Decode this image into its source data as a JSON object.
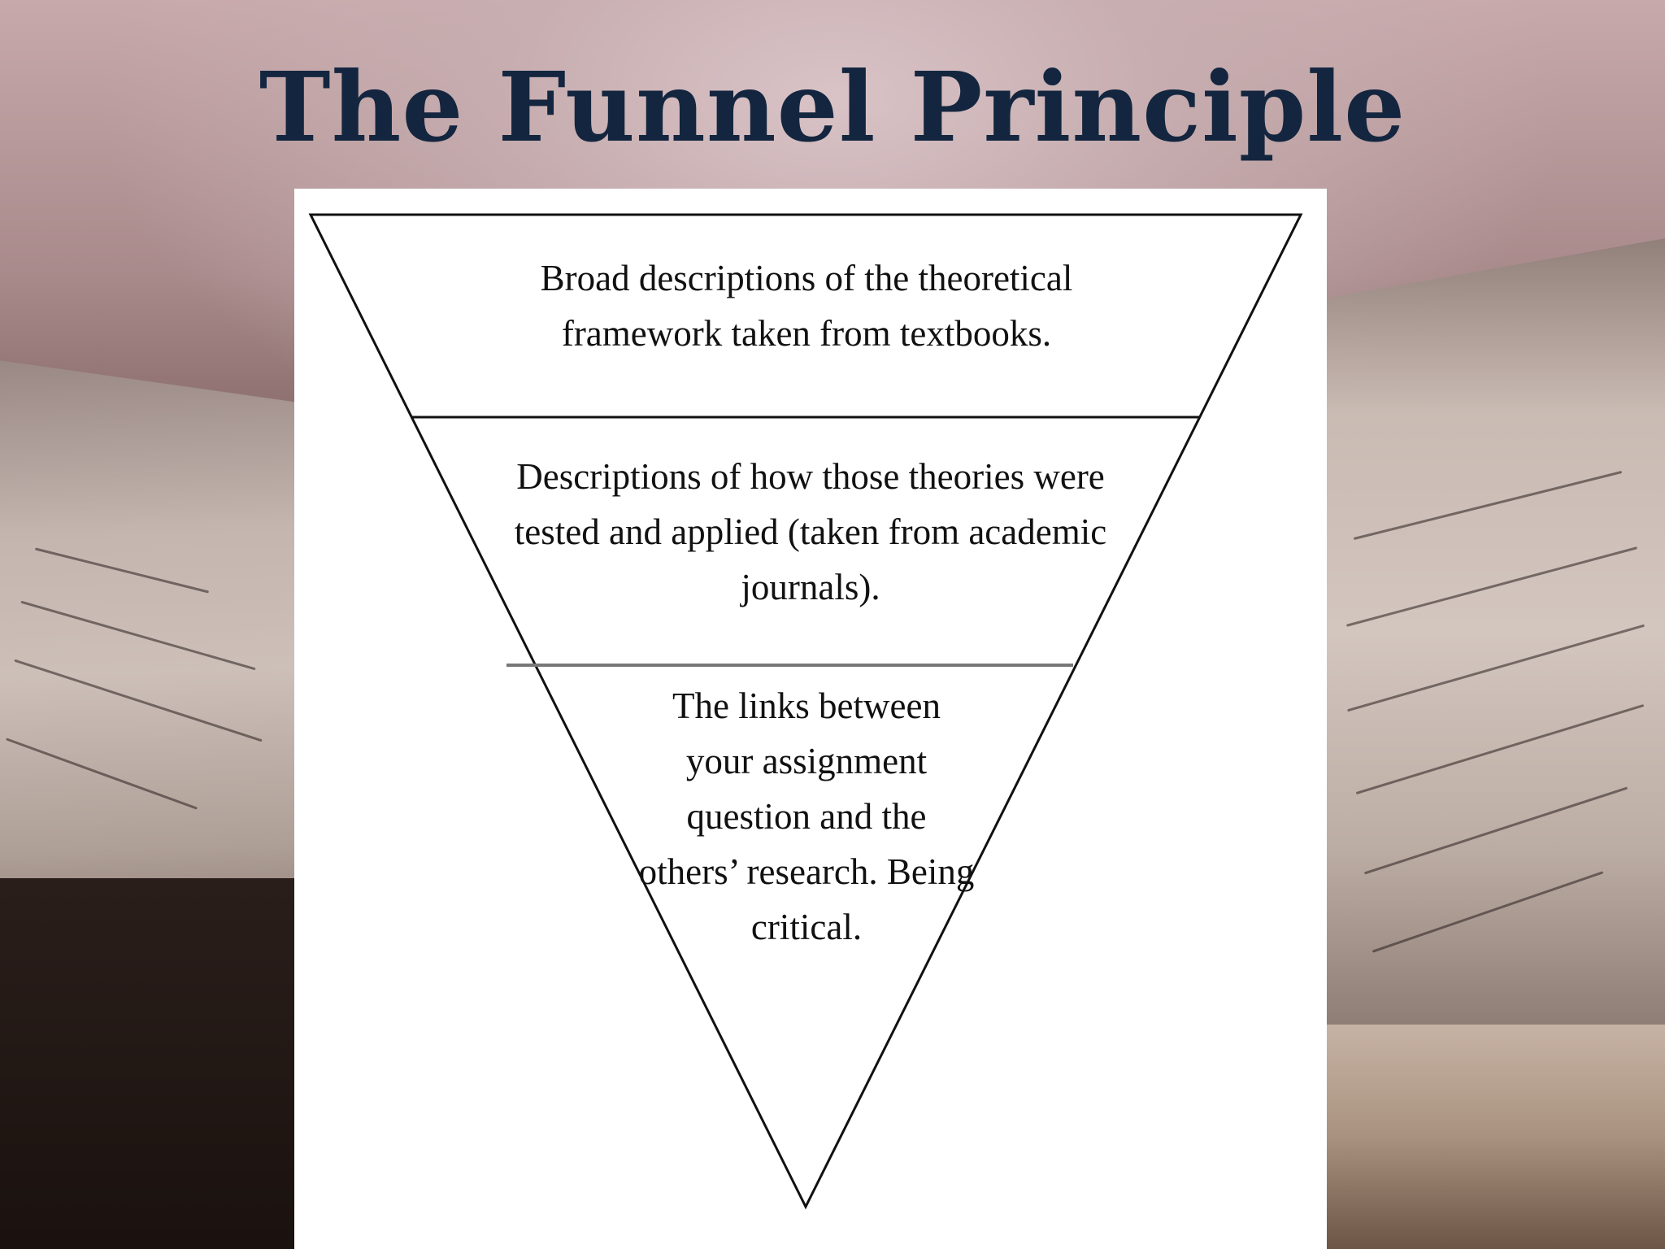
{
  "slide": {
    "title": "The Funnel Principle"
  },
  "funnel": {
    "tiers": [
      {
        "text": "Broad descriptions of the theoretical framework taken from textbooks."
      },
      {
        "text": "Descriptions of how those theories were tested and applied (taken from academic journals)."
      },
      {
        "text": "The links between your assignment question and the others’ research. Being critical."
      }
    ]
  },
  "colors": {
    "title": "#14263f",
    "panel": "#ffffff",
    "outline": "#111111",
    "divider_lower": "#777777"
  }
}
